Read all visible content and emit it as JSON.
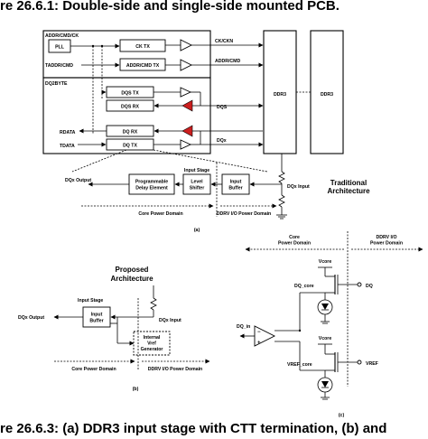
{
  "captions": {
    "top": "re 26.6.1: Double-side and single-side mounted PCB.",
    "bottom": "re 26.6.3: (a) DDR3 input stage with CTT termination, (b) and"
  },
  "diagram_a": {
    "group_addr": "ADDR/CMD/CK",
    "pll": "PLL",
    "ck_tx": "CK TX",
    "addr_cmd_tx": "ADDR/CMD TX",
    "taddr": "TADDR/CMD",
    "ck_out": "CK/CKN",
    "addr_out": "ADDR/CMD",
    "group_dq": "DQ2BYTE",
    "dqs_tx": "DQS TX",
    "dqs_rx": "DQS RX",
    "dq_rx": "DQ RX",
    "dq_tx": "DQ TX",
    "rdata": "RDATA",
    "tdata": "TDATA",
    "dqs": "DQS",
    "dqx": "DQx",
    "ddr3_1": "DDR3",
    "ddr3_2": "DDR3",
    "input_stage": "Input Stage",
    "dqx_output": "DQx Output",
    "prog_delay": "Programmable Delay Element",
    "level_shifter": "Level Shifter",
    "input_buffer": "Input Buffer",
    "dqx_input": "DQx Input",
    "traditional": "Traditional Architecture",
    "core_domain": "Core Power Domain",
    "ddrv_domain": "DDRV I/O Power Domain",
    "label": "(a)"
  },
  "diagram_b": {
    "proposed": "Proposed Architecture",
    "input_stage": "Input Stage",
    "dqx_output": "DQx Output",
    "input_buffer": "Input Buffer",
    "dqx_input": "DQx Input",
    "vref_gen": "Internal Vref Generator",
    "core_domain": "Core Power Domain",
    "ddrv_domain": "DDRV I/O Power Domain",
    "label": "(b)"
  },
  "diagram_c": {
    "core_domain": "Core Power Domain",
    "ddrv_domain": "DDRV I/O Power Domain",
    "vcore_1": "Vcore",
    "vcore_2": "Vcore",
    "dq_core": "DQ_core",
    "vref_core": "VREF_core",
    "dq_in": "DQ_in",
    "dq": "DQ",
    "vref": "VREF",
    "label": "(c)"
  }
}
